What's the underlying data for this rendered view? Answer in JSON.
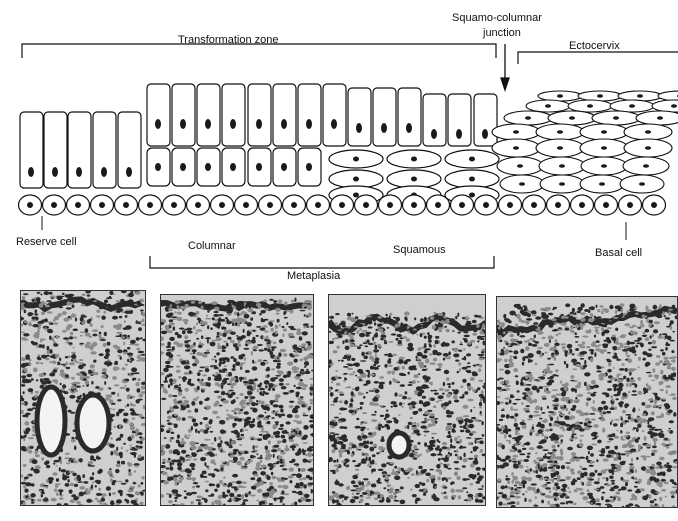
{
  "labels": {
    "transformation_zone": "Transformation zone",
    "squamo_columnar_junction_line1": "Squamo-columnar",
    "squamo_columnar_junction_line2": "junction",
    "ectocervix": "Ectocervix",
    "reserve_cell": "Reserve cell",
    "columnar": "Columnar",
    "squamous": "Squamous",
    "basal_cell": "Basal cell",
    "metaplasia": "Metaplasia"
  },
  "colors": {
    "ink": "#111111",
    "cell_fill": "#ffffff",
    "nucleus": "#1a1a1a",
    "tissue_dark": "#2a2a2a",
    "tissue_light": "#cfcfcf"
  }
}
